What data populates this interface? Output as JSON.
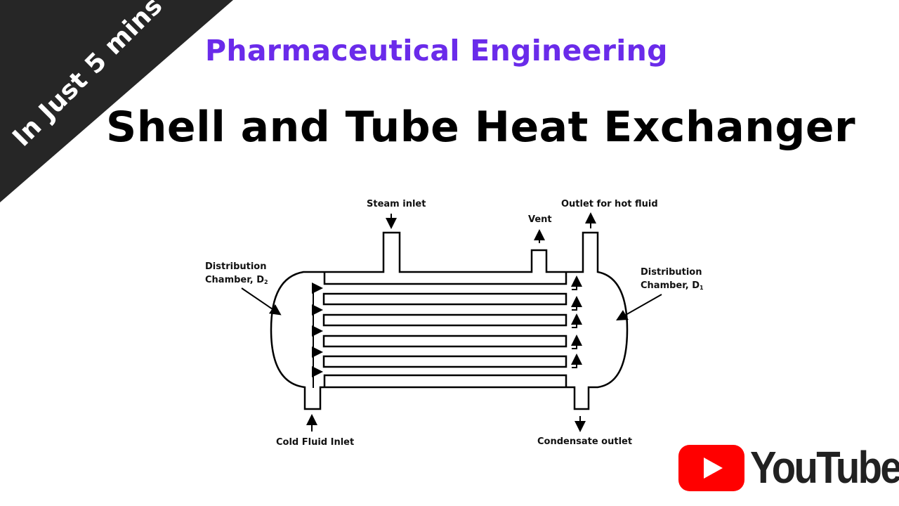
{
  "banner": {
    "text": "In Just 5 mins"
  },
  "header": {
    "subtitle": "Pharmaceutical Engineering",
    "title": "Shell and Tube Heat Exchanger"
  },
  "diagram": {
    "labels": {
      "steam_inlet": "Steam inlet",
      "vent": "Vent",
      "outlet_hot": "Outlet for hot fluid",
      "dist_chamber_d2": "Distribution",
      "dist_chamber_d2_line2": "Chamber, D",
      "dist_chamber_d2_sub": "2",
      "dist_chamber_d1": "Distribution",
      "dist_chamber_d1_line2": "Chamber, D",
      "dist_chamber_d1_sub": "1",
      "cold_inlet": "Cold Fluid Inlet",
      "condensate_outlet": "Condensate outlet"
    }
  },
  "brand": {
    "youtube_text": "YouTube",
    "logo_color": "#ff0000"
  },
  "colors": {
    "banner": "#262626",
    "subtitle": "#6a2bea",
    "title": "#000000"
  }
}
